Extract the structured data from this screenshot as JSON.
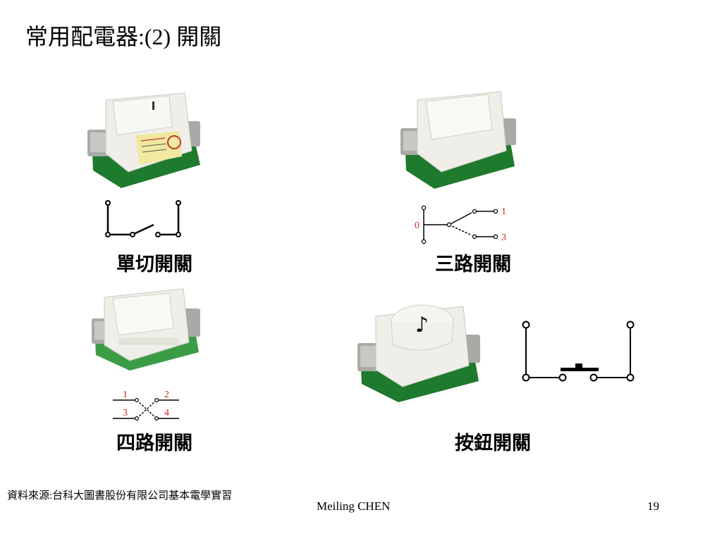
{
  "slide": {
    "title": "常用配電器:(2) 開關",
    "footer_source": "資料來源:台科大圖書股份有限公司基本電學實習",
    "footer_author": "Meiling CHEN",
    "page_number": "19"
  },
  "switches": [
    {
      "label": "單切開關",
      "photo_icon": "single-pole-switch-photo"
    },
    {
      "label": "三路開關",
      "photo_icon": "three-way-switch-photo",
      "terminals": [
        "0",
        "1",
        "3"
      ]
    },
    {
      "label": "四路開關",
      "photo_icon": "four-way-switch-photo",
      "terminals": [
        "1",
        "2",
        "3",
        "4"
      ]
    },
    {
      "label": "按鈕開關",
      "photo_icon": "push-button-switch-photo",
      "button_icon": "music-note-icon",
      "button_glyph": "♪"
    }
  ],
  "colors": {
    "switch_green": "#1f7a2e",
    "switch_white": "#eeeeea",
    "terminal_red": "#d0281a"
  }
}
